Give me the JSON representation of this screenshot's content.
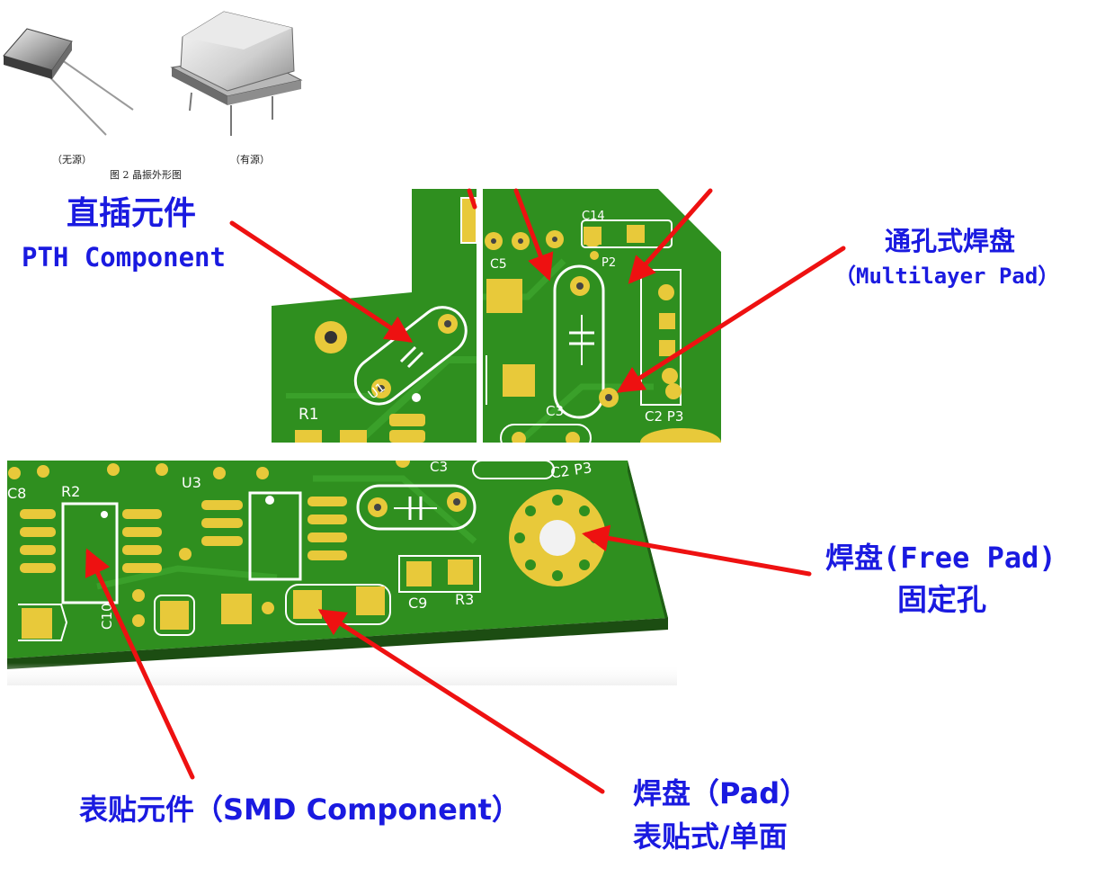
{
  "crystal_figure": {
    "passive_caption": "（无源）",
    "active_caption": "（有源）",
    "figure_caption": "图 2   晶振外形图"
  },
  "labels": {
    "pth_zh": "直插元件",
    "pth_en": "PTH Component",
    "multilayer_zh": "通孔式焊盘",
    "multilayer_en": "（Multilayer Pad）",
    "free_pad_line1": "焊盘(Free Pad)",
    "free_pad_line2": "固定孔",
    "smd_label": "表贴元件（SMD Component）",
    "pad_line1": "焊盘（Pad）",
    "pad_line2": "表贴式/单面"
  },
  "silkscreen": {
    "panel1": [
      "R1",
      "U1"
    ],
    "panel2": [
      "C14",
      "C5",
      "P2",
      "C3",
      "C2 P3"
    ],
    "panel3": [
      "C8",
      "R2",
      "U3",
      "C3",
      "C2 P3",
      "C10",
      "C9",
      "R3"
    ]
  },
  "colors": {
    "pcb_green": "#2f8f1f",
    "pad_gold": "#e8c93a",
    "silk_white": "#ffffff",
    "arrow_red": "#ee1111",
    "label_blue": "#1a1ae0"
  }
}
